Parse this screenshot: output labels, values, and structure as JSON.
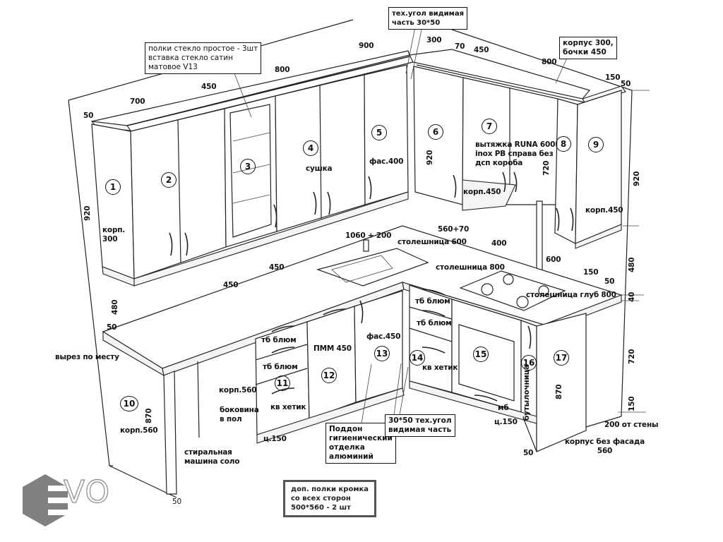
{
  "drawing_title": "Kitchen cabinet layout sketch",
  "cabinet_numbers": [
    "1",
    "2",
    "3",
    "4",
    "5",
    "6",
    "7",
    "8",
    "9",
    "10",
    "11",
    "12",
    "13",
    "14",
    "15",
    "16",
    "17"
  ],
  "callouts": {
    "glass_shelves": [
      "полки стекло простое - 3шт",
      "вставка стекло сатин",
      "матовое V13"
    ],
    "tech_corner_top": [
      "тех.угол видимая",
      "часть 30*50"
    ],
    "case_right": [
      "корпус 300,",
      "бочки 450"
    ],
    "plinth": [
      "Поддон",
      "гигиенический",
      "отделка",
      "алюминий"
    ],
    "tech_corner_bottom": [
      "30*50  тех.угол",
      "видимая часть"
    ],
    "extra_shelves": [
      "доп. полки кромка",
      "со всех сторон",
      "500*560  - 2 шт"
    ]
  },
  "upper_labels": {
    "corp300": [
      "корп.",
      "300"
    ],
    "dryer": "сушка",
    "facade400": "фас.400",
    "corp450_left": "корп.450",
    "hood": [
      "вытяжка RUNA 600",
      "inox PB справа без",
      "дсп короба"
    ],
    "corp450_right": "корп.450"
  },
  "countertop_labels": {
    "sink_dim": "1060 + 200",
    "top600": "столешница 600",
    "dim_560_70": "560+70",
    "dim_400": "400",
    "top800": "столешница 800",
    "top_depth800": "столешница глуб 800",
    "dim_600": "600",
    "dim_150": "150",
    "dim_50": "50"
  },
  "lower_labels": {
    "cutout": "вырез по месту",
    "corp560_left": "корп.560",
    "corp560_mid": "корп.560",
    "side_to_floor": [
      "боковина",
      "в пол"
    ],
    "washer": [
      "стиральная",
      "машина соло"
    ],
    "tb_blum_1": "тб блюм",
    "tb_blum_2": "тб блюм",
    "kv_hettich_1": "кв хетик",
    "dishwasher": "ПММ 450",
    "facade450": "фас.450",
    "plinth150_left": "ц.150",
    "tb_blum_3": "тб блюм",
    "tb_blum_4": "тб блюм",
    "kv_hettich_2": "кв хетик",
    "mb": "мб",
    "plinth150_right": "ц.150",
    "bottle_rack": "бутылочница",
    "no_facade": [
      "корпус без фасада",
      "560"
    ],
    "from_wall": "200 от стены"
  },
  "dimensions": {
    "top_50": "50",
    "top_700": "700",
    "top_450a": "450",
    "top_800": "800",
    "top_900": "900",
    "top_300": "300",
    "top_70": "70",
    "top_450b": "450",
    "top_800b": "800",
    "top_150": "150",
    "top_50b": "50",
    "left_920": "920",
    "mid_920": "920",
    "right_920": "920",
    "right_720": "720",
    "wall_450a": "450",
    "wall_450b": "450",
    "left_480": "480",
    "left_50": "50",
    "right_480": "480",
    "right_40": "40",
    "right_720b": "720",
    "right_150": "150",
    "base_870_left": "870",
    "base_870_right": "870",
    "bottom_50_left": "50",
    "bottom_50_right": "50"
  },
  "logo": {
    "text": "VO",
    "brand": "EVO",
    "color": "#888888"
  }
}
